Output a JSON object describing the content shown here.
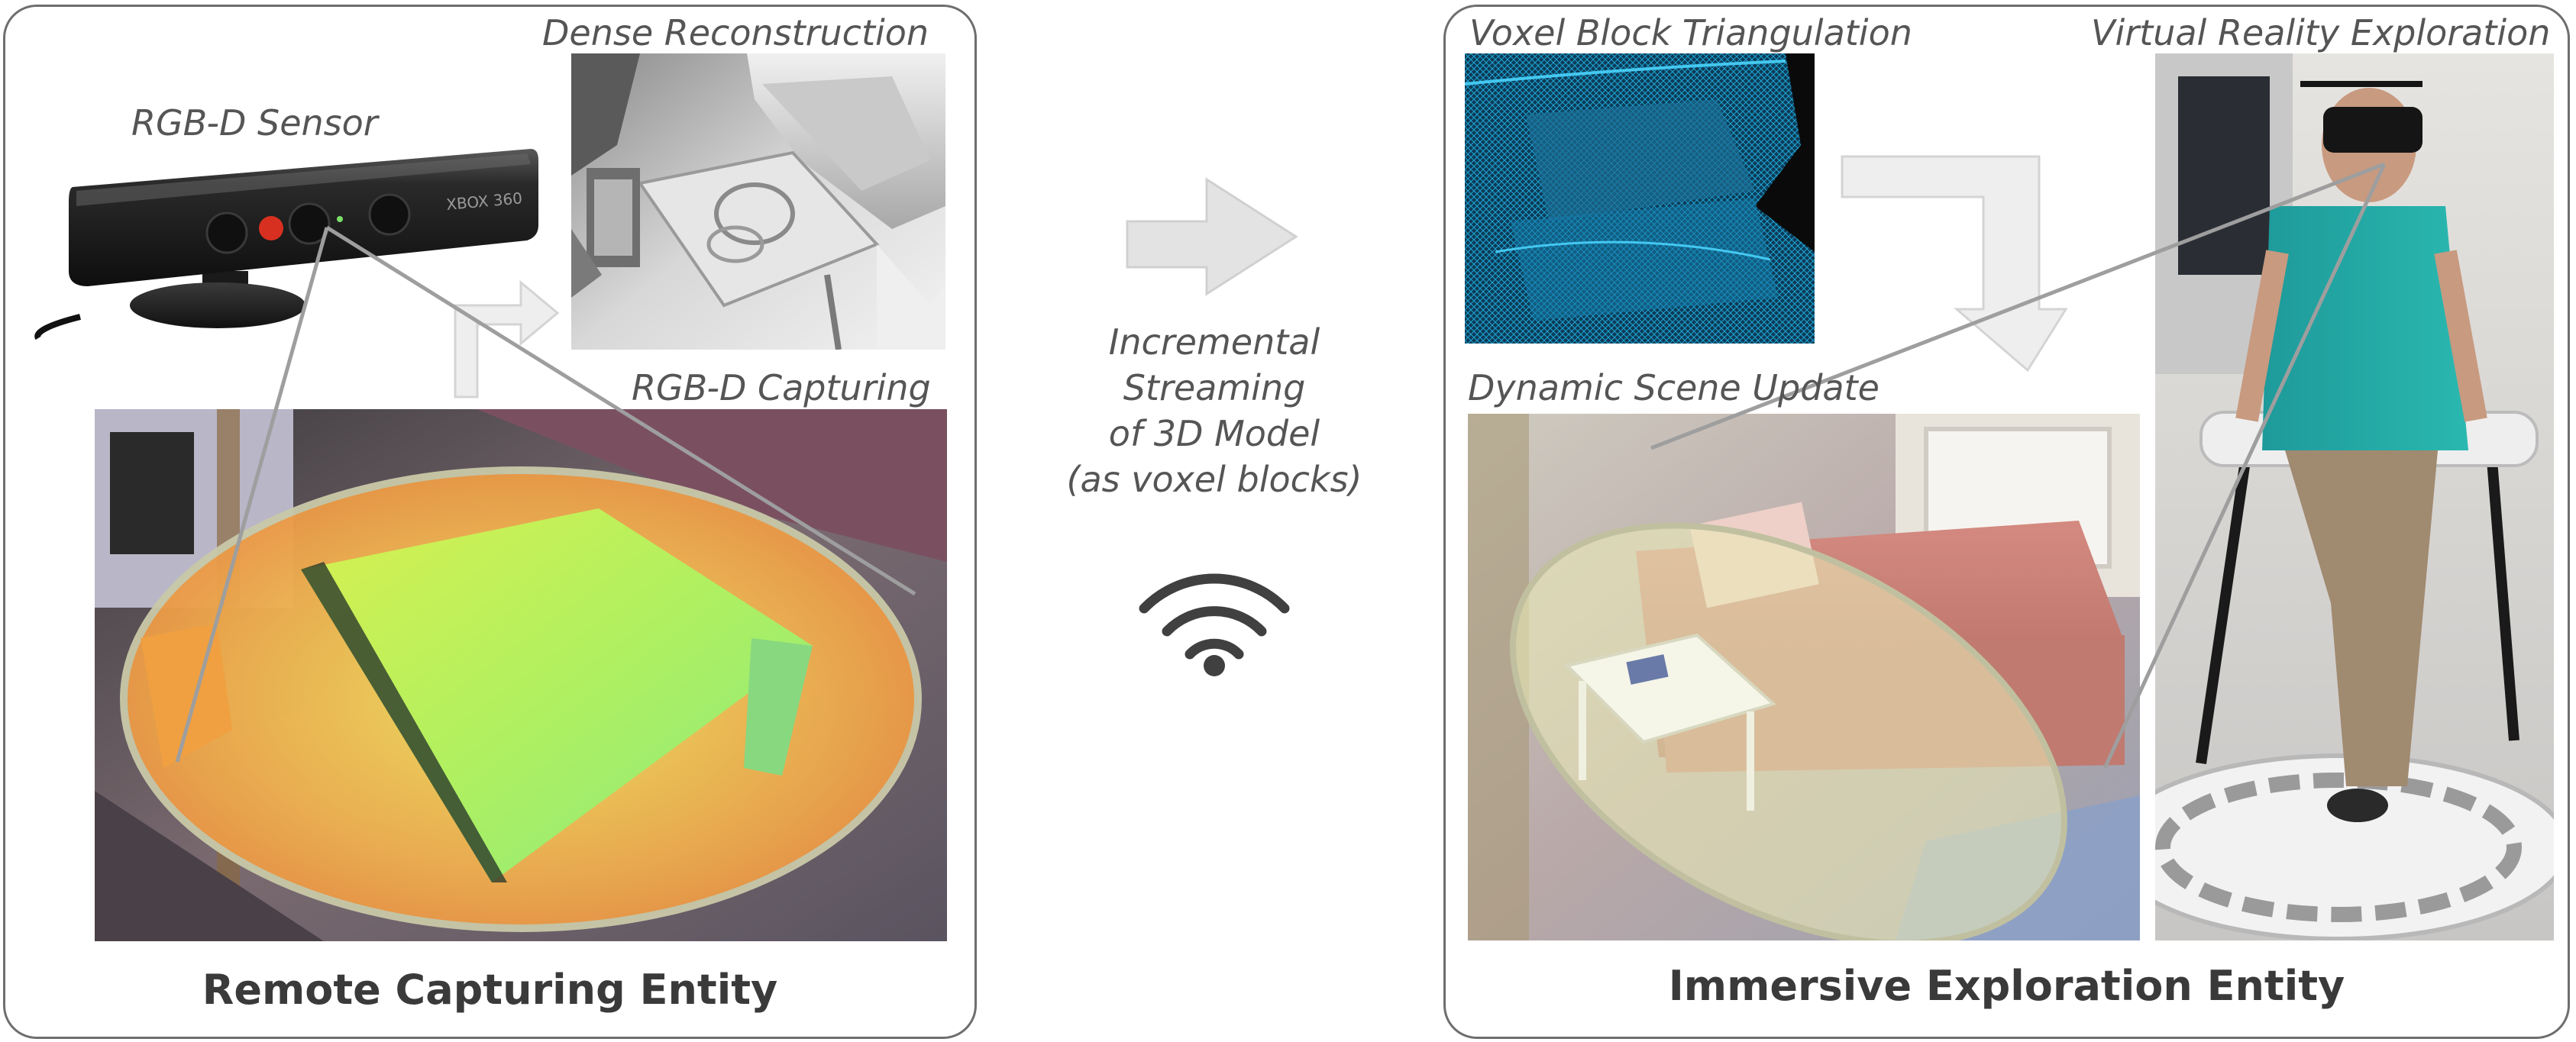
{
  "left_panel": {
    "labels": {
      "sensor": "RGB-D Sensor",
      "dense": "Dense Reconstruction",
      "capturing": "RGB-D Capturing"
    },
    "sensor_brand": "XBOX 360",
    "entity": "Remote Capturing Entity"
  },
  "middle": {
    "stream_lines": [
      "Incremental",
      "Streaming",
      "of 3D Model",
      "(as voxel blocks)"
    ],
    "wifi_icon": "wifi-icon",
    "arrow_icon": "arrow-right-icon"
  },
  "right_panel": {
    "labels": {
      "voxel": "Voxel Block Triangulation",
      "vr": "Virtual Reality Exploration",
      "dynamic": "Dynamic Scene Update"
    },
    "entity": "Immersive Exploration Entity"
  },
  "colors": {
    "border": "#6e6e6e",
    "text": "#555555",
    "arrow": "#e3e3e3",
    "voxel_blue": "#1ea7d6",
    "depth_green": "#a4f05a",
    "depth_orange": "#f0a040",
    "overlay_yellow": "#e8e8b0"
  }
}
